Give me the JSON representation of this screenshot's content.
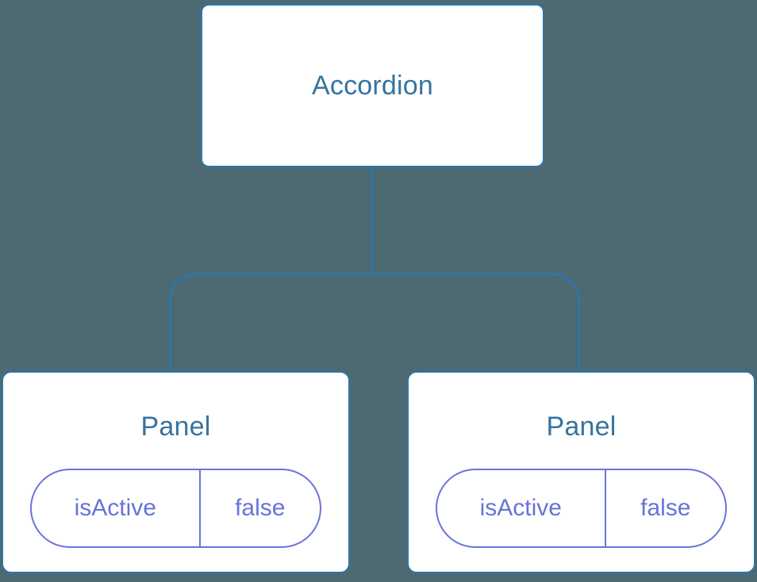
{
  "colors": {
    "background": "#4d6972",
    "node_border": "#2e76a6",
    "node_fill": "#ffffff",
    "node_text": "#35749f",
    "connector": "#2e76a6",
    "state_border": "#6a74da",
    "state_text": "#6673d9"
  },
  "tree": {
    "root": {
      "label": "Accordion"
    },
    "children": [
      {
        "label": "Panel",
        "state": {
          "key": "isActive",
          "value": "false"
        }
      },
      {
        "label": "Panel",
        "state": {
          "key": "isActive",
          "value": "false"
        }
      }
    ]
  }
}
